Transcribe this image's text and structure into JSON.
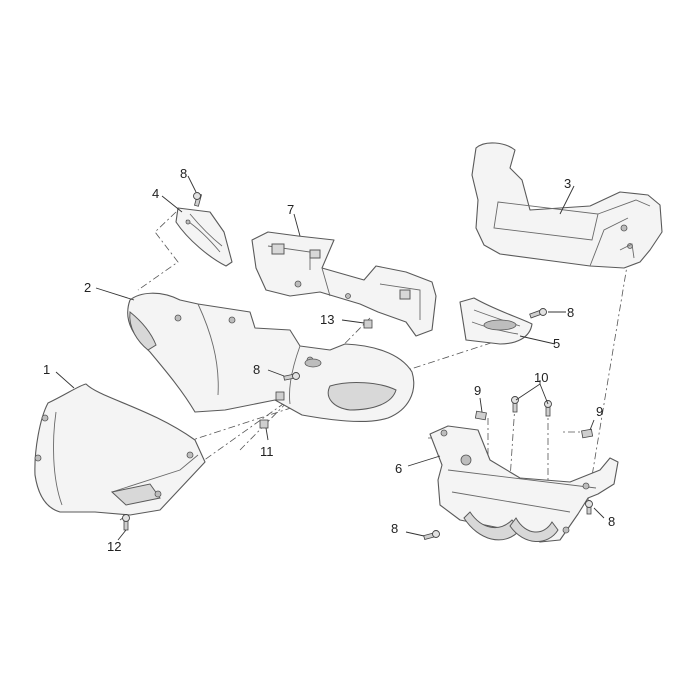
{
  "callouts": [
    {
      "id": "c1",
      "label": "1"
    },
    {
      "id": "c2",
      "label": "2"
    },
    {
      "id": "c3",
      "label": "3"
    },
    {
      "id": "c4",
      "label": "4"
    },
    {
      "id": "c5",
      "label": "5"
    },
    {
      "id": "c6",
      "label": "6"
    },
    {
      "id": "c7",
      "label": "7"
    },
    {
      "id": "c8a",
      "label": "8"
    },
    {
      "id": "c8b",
      "label": "8"
    },
    {
      "id": "c8c",
      "label": "8"
    },
    {
      "id": "c8d",
      "label": "8"
    },
    {
      "id": "c8e",
      "label": "8"
    },
    {
      "id": "c9a",
      "label": "9"
    },
    {
      "id": "c9b",
      "label": "9"
    },
    {
      "id": "c10",
      "label": "10"
    },
    {
      "id": "c11",
      "label": "11"
    },
    {
      "id": "c12",
      "label": "12"
    },
    {
      "id": "c13",
      "label": "13"
    }
  ]
}
